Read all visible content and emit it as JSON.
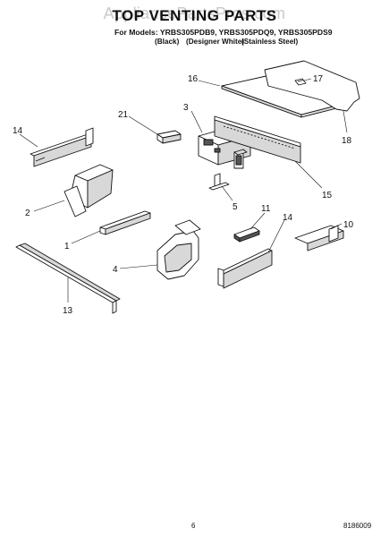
{
  "watermark": "AppliancePartsPros.com",
  "title": "TOP VENTING PARTS",
  "models_line": "For Models: YRBS305PDB9, YRBS305PDQ9, YRBS305PDS9",
  "colors": [
    "(Black)",
    "(Designer White)",
    "(Stainless Steel)"
  ],
  "page_number": "6",
  "doc_number": "8186009",
  "callouts": [
    "16",
    "17",
    "3",
    "21",
    "14",
    "18",
    "2",
    "5",
    "15",
    "11",
    "14",
    "10",
    "1",
    "4",
    "13"
  ]
}
